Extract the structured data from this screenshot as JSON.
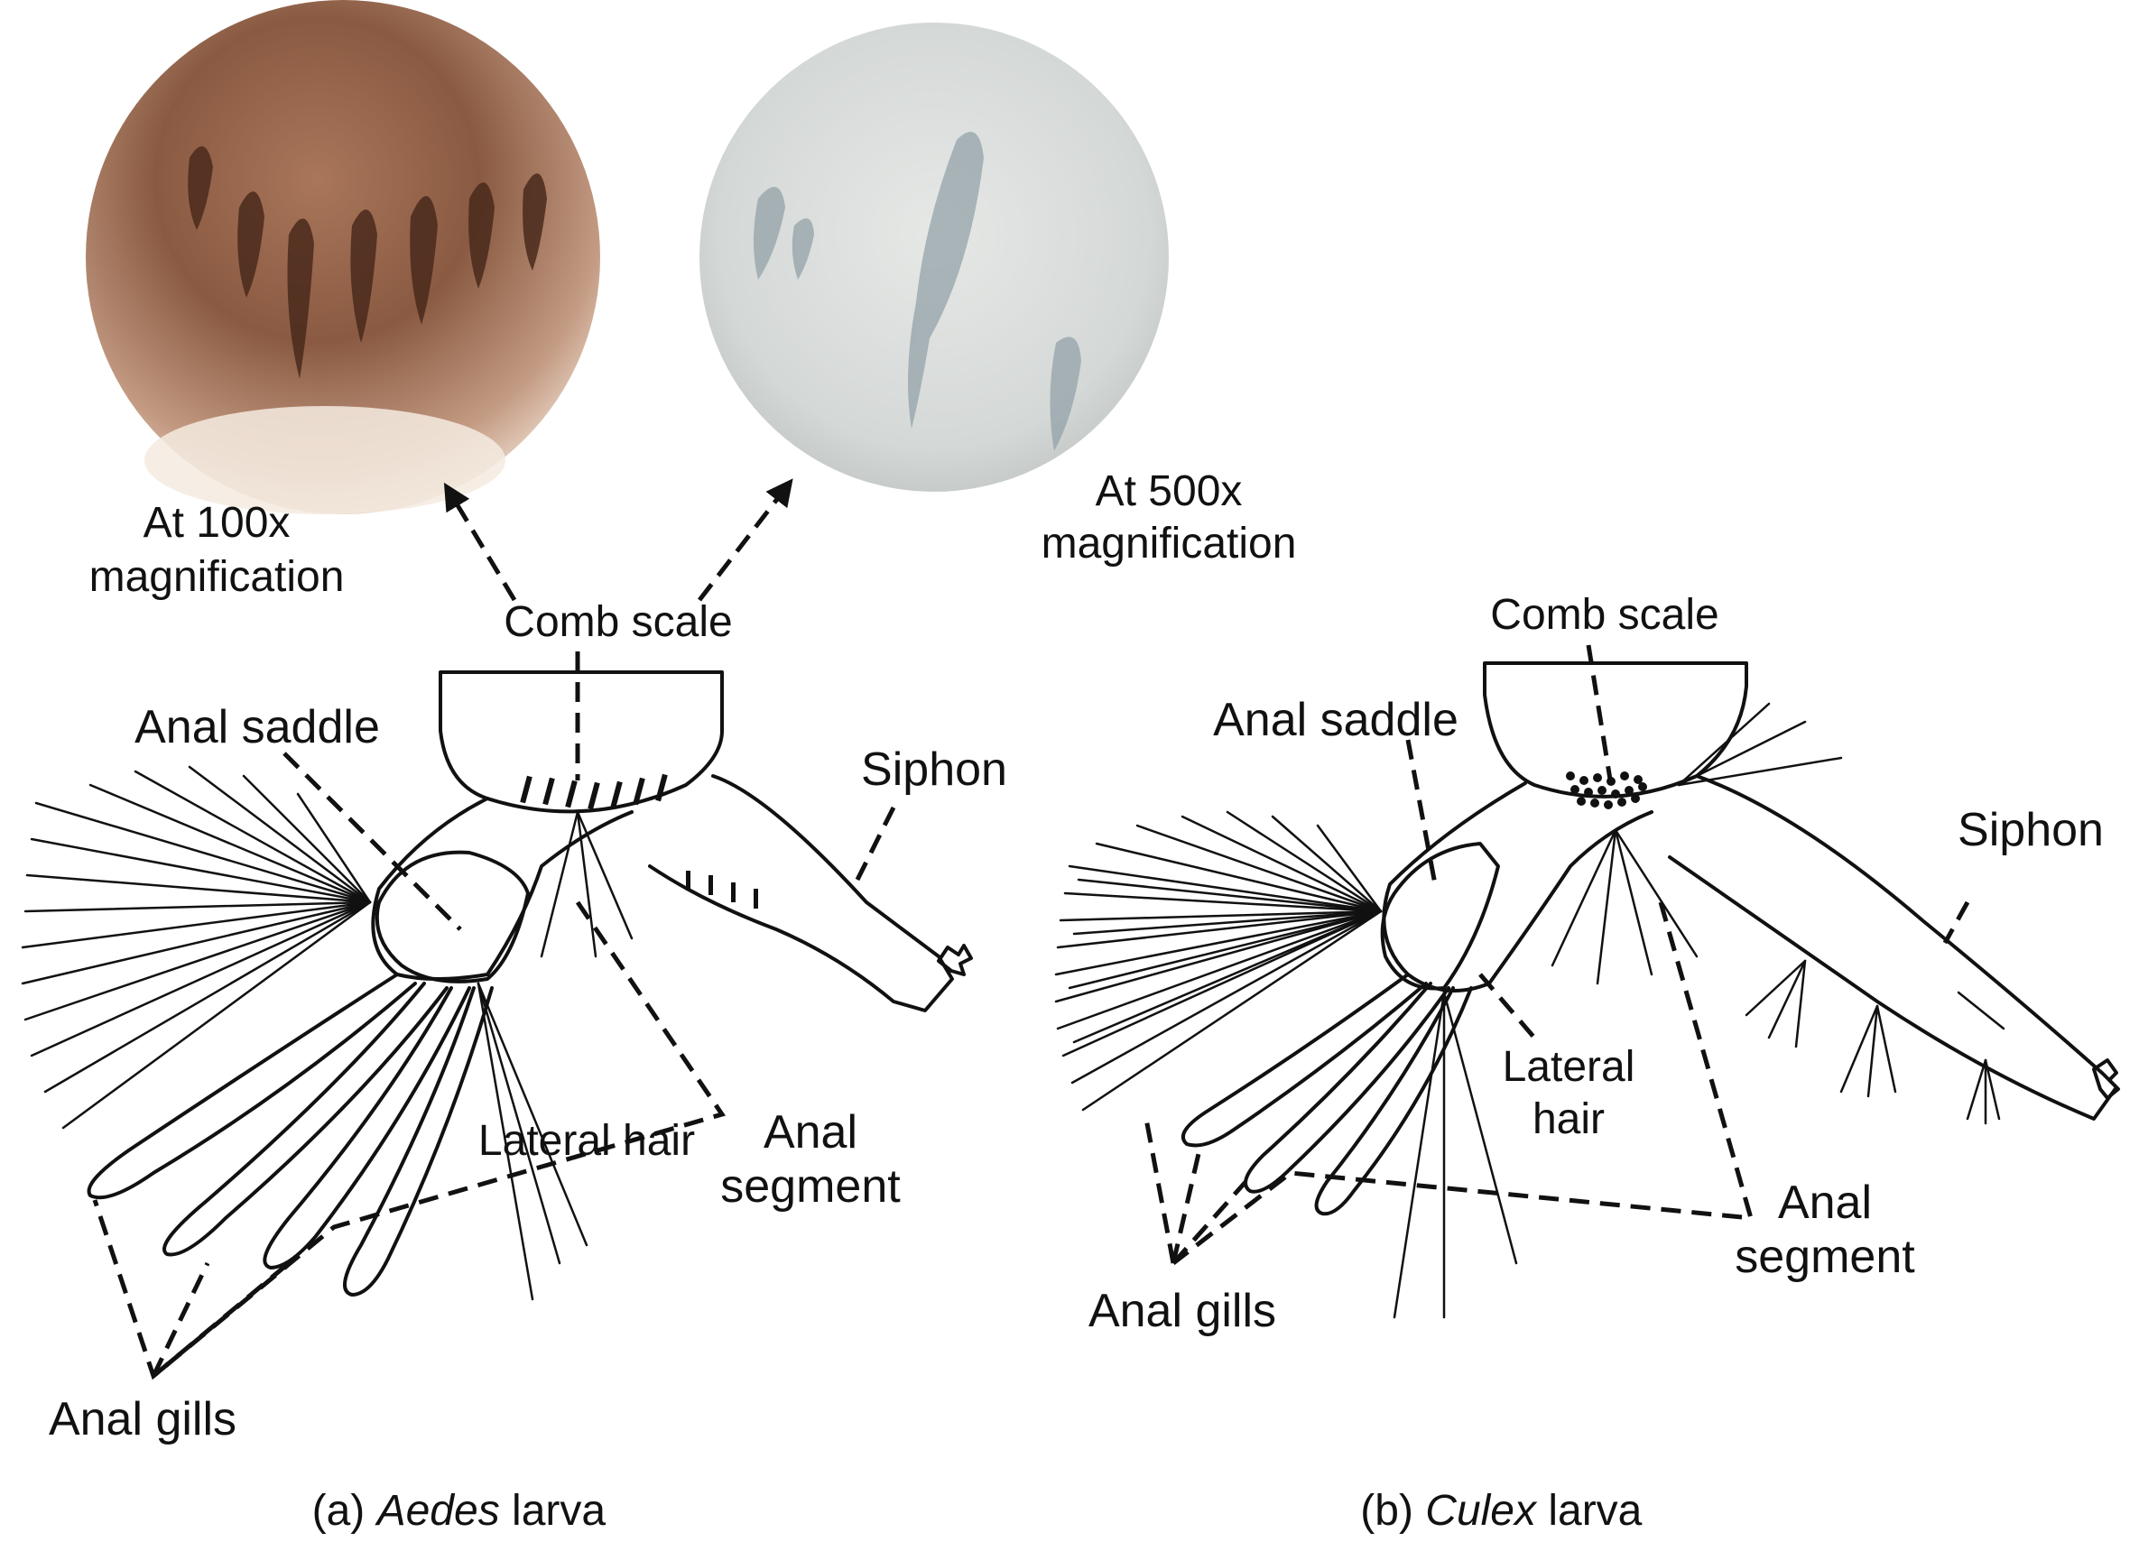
{
  "photos": {
    "left_caption_line1": "At 100x",
    "left_caption_line2": "magnification",
    "right_caption_line1": "At 500x",
    "right_caption_line2": "magnification"
  },
  "aedes": {
    "comb_scale": "Comb scale",
    "anal_saddle": "Anal saddle",
    "siphon": "Siphon",
    "lateral_hair": "Lateral hair",
    "anal_segment_line1": "Anal",
    "anal_segment_line2": "segment",
    "anal_gills": "Anal gills",
    "caption_prefix": "(a) ",
    "caption_genus": "Aedes",
    "caption_suffix": " larva"
  },
  "culex": {
    "comb_scale": "Comb scale",
    "anal_saddle": "Anal saddle",
    "siphon": "Siphon",
    "lateral_hair_line1": "Lateral",
    "lateral_hair_line2": "hair",
    "anal_segment_line1": "Anal",
    "anal_segment_line2": "segment",
    "anal_gills": "Anal gills",
    "caption_prefix": "(b) ",
    "caption_genus": "Culex",
    "caption_suffix": " larva"
  }
}
